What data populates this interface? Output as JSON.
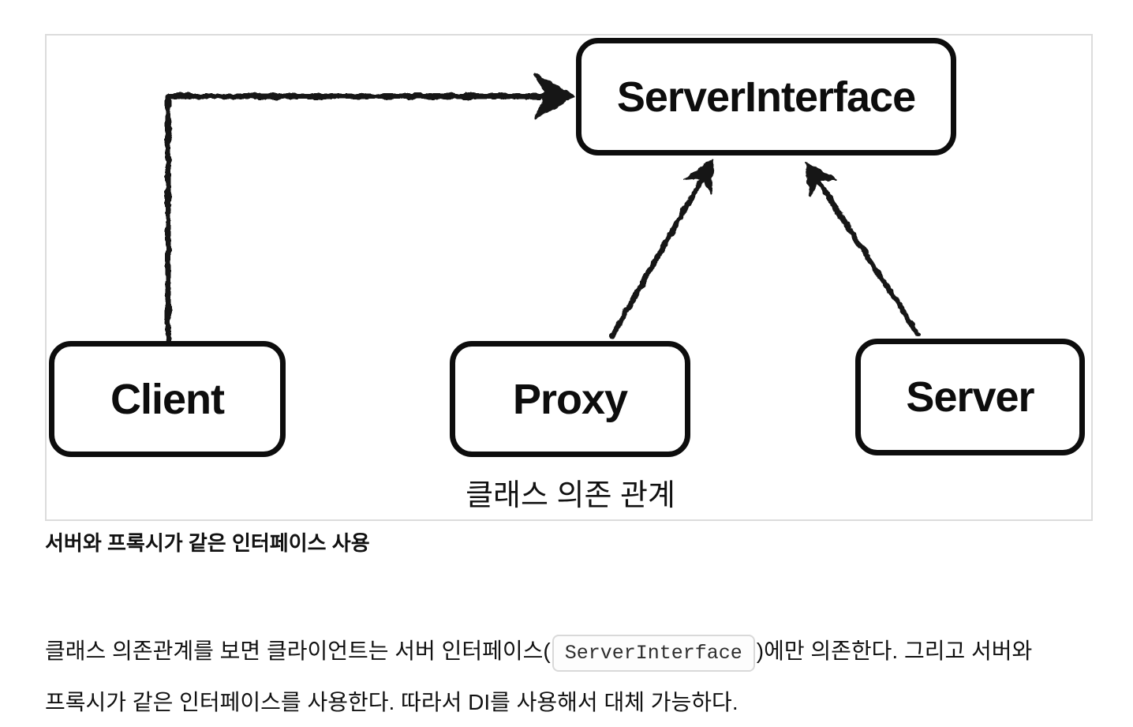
{
  "figure": {
    "caption": "클래스 의존 관계",
    "nodes": [
      {
        "id": "server-interface",
        "label": "ServerInterface"
      },
      {
        "id": "client",
        "label": "Client"
      },
      {
        "id": "proxy",
        "label": "Proxy"
      },
      {
        "id": "server",
        "label": "Server"
      }
    ],
    "edges": [
      {
        "from": "client",
        "to": "server-interface",
        "type": "arrow"
      },
      {
        "from": "proxy",
        "to": "server-interface",
        "type": "arrow"
      },
      {
        "from": "server",
        "to": "server-interface",
        "type": "arrow"
      }
    ]
  },
  "text": {
    "bold_caption": "서버와 프록시가 같은 인터페이스 사용",
    "paragraph_before_code": "클래스 의존관계를 보면 클라이언트는 서버 인터페이스(",
    "paragraph_code": "ServerInterface",
    "paragraph_after_code": ")에만 의존한다. 그리고 서버와 프록시가 같은 인터페이스를 사용한다. 따라서 DI를 사용해서 대체 가능하다."
  },
  "colors": {
    "node_border": "#0d0d0d",
    "figure_border": "#dcdcdc",
    "body_text": "#111111",
    "code_border": "#d9d9d9"
  }
}
